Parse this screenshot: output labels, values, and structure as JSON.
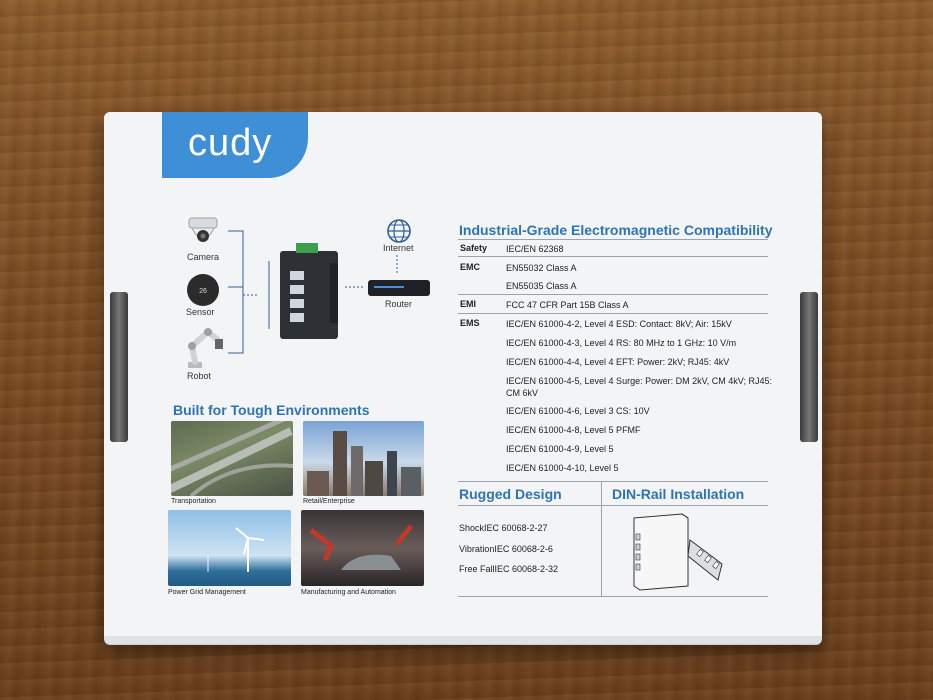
{
  "brand": {
    "logo_text": "cudy",
    "color": "#3f8fd6"
  },
  "diagram": {
    "devices": [
      "Camera",
      "Sensor",
      "Robot"
    ],
    "internet_label": "Internet",
    "router_label": "Router"
  },
  "emc": {
    "title": "Industrial-Grade Electromagnetic Compatibility",
    "rows": [
      {
        "k": "Safety",
        "v": "IEC/EN 62368"
      },
      {
        "k": "EMC",
        "v": "EN55032 Class A"
      },
      {
        "k": "",
        "v": "EN55035 Class A"
      },
      {
        "k": "EMI",
        "v": "FCC 47 CFR Part 15B Class A"
      },
      {
        "k": "EMS",
        "v": "IEC/EN 61000-4-2, Level 4 ESD: Contact: 8kV; Air: 15kV"
      },
      {
        "k": "",
        "v": "IEC/EN 61000-4-3, Level 4 RS: 80 MHz to 1 GHz: 10 V/m"
      },
      {
        "k": "",
        "v": "IEC/EN 61000-4-4, Level 4 EFT: Power: 2kV; RJ45: 4kV"
      },
      {
        "k": "",
        "v": "IEC/EN 61000-4-5, Level 4 Surge: Power: DM 2kV, CM 4kV; RJ45: CM 6kV"
      },
      {
        "k": "",
        "v": "IEC/EN 61000-4-6, Level 3 CS: 10V"
      },
      {
        "k": "",
        "v": "IEC/EN 61000-4-8, Level 5 PFMF"
      },
      {
        "k": "",
        "v": "IEC/EN 61000-4-9, Level 5"
      },
      {
        "k": "",
        "v": "IEC/EN 61000-4-10, Level 5"
      }
    ]
  },
  "tough": {
    "title": "Built for Tough Environments",
    "captions": [
      "Transportation",
      "Retail/Enterprise",
      "Power Grid Management",
      "Manufacturing and Automation"
    ]
  },
  "rugged": {
    "title": "Rugged Design",
    "rows": [
      "ShockIEC 60068-2-27",
      "VibrationIEC 60068-2-6",
      "Free FallIEC 60068-2-32"
    ]
  },
  "dinrail": {
    "title": "DIN-Rail Installation"
  }
}
